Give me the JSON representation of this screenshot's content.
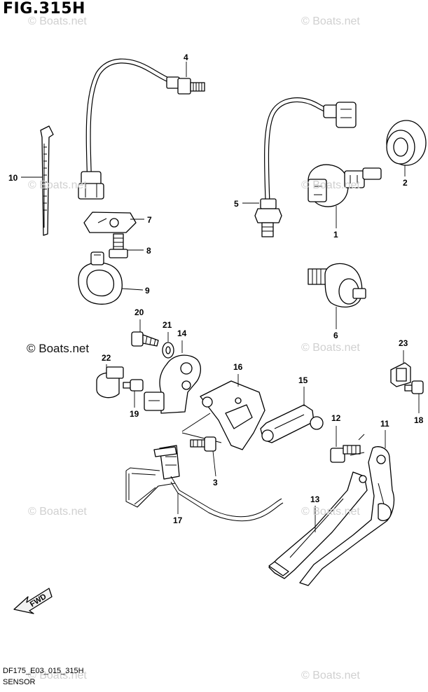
{
  "figure": {
    "title": "FIG.315H",
    "code": "DF175_E03_015_315H",
    "section": "SENSOR"
  },
  "watermark": {
    "text": "© Boats.net",
    "dark_text": "© Boats.net"
  },
  "direction_label": "FWD",
  "callouts": [
    "1",
    "2",
    "3",
    "4",
    "5",
    "6",
    "7",
    "8",
    "9",
    "10",
    "11",
    "12",
    "13",
    "14",
    "15",
    "16",
    "17",
    "18",
    "19",
    "20",
    "21",
    "22",
    "23"
  ]
}
